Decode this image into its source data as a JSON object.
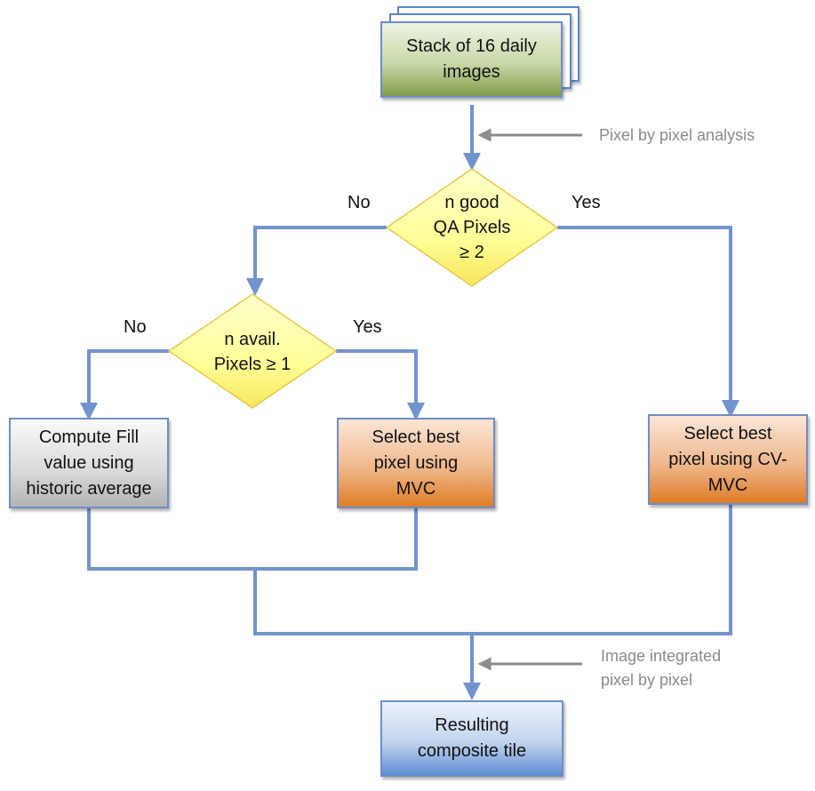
{
  "nodes": {
    "stack": {
      "line1": "Stack of 16 daily",
      "line2": "images"
    },
    "decision_qa": {
      "line1": "n good",
      "line2": "QA Pixels",
      "line3": "≥ 2"
    },
    "decision_avail": {
      "line1": "n avail.",
      "line2": "Pixels ≥ 1"
    },
    "compute_fill": {
      "line1": "Compute Fill",
      "line2": "value using",
      "line3": "historic average"
    },
    "select_mvc": {
      "line1": "Select best",
      "line2": "pixel using",
      "line3": "MVC"
    },
    "select_cvmvc": {
      "line1": "Select best",
      "line2": "pixel using CV-",
      "line3": "MVC"
    },
    "result": {
      "line1": "Resulting",
      "line2": "composite tile"
    }
  },
  "branch_labels": {
    "qa_no": "No",
    "qa_yes": "Yes",
    "avail_no": "No",
    "avail_yes": "Yes"
  },
  "annotations": {
    "pixel_analysis": "Pixel by pixel analysis",
    "integrated_line1": "Image integrated",
    "integrated_line2": "pixel by pixel"
  },
  "colors": {
    "connector": "#7294cc",
    "annotation_arrow": "#8c8c8c",
    "diamond_fill": "#ffff99",
    "diamond_border": "#e6c84a"
  }
}
